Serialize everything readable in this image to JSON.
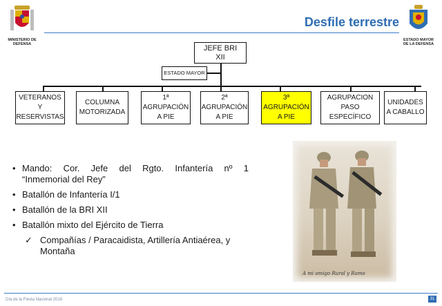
{
  "header": {
    "title": "Desfile terrestre",
    "left_logo_caption": "MINISTERIO DE\nDEFENSA",
    "right_logo_caption": "ESTADO MAYOR\nDE LA DEFENSA"
  },
  "org_chart": {
    "top": "JEFE BRI\nXII",
    "staff": "ESTADO MAYOR",
    "units": [
      "VETERANOS\nY\nRESERVISTAS",
      "COLUMNA\nMOTORIZADA",
      "1ª\nAGRUPACIÓN\nA PIE",
      "2ª\nAGRUPACIÓN\nA PIE",
      "3ª\nAGRUPACIÓN\nA PIE",
      "AGRUPACION\nPASO\nESPECÍFICO",
      "UNIDADES\nA CABALLO"
    ],
    "highlight_color": "#ffff00"
  },
  "bullets": {
    "b1_line1": "Mando: Cor. Jefe del Rgto. Infantería nº 1",
    "b1_line2": "“Inmemorial del Rey”",
    "b2": "Batallón de Infantería I/1",
    "b3": "Batallón de la BRI XII",
    "b4": "Batallón  mixto del Ejército de Tierra",
    "sub1": "Compañías / Paracaidista, Artillería Antiaérea, y Montaña"
  },
  "photo": {
    "signature": "A mi amigo Rural y Ramo"
  },
  "footer": {
    "text": "Día de la Fiesta Nacional 2018",
    "page": "31"
  },
  "colors": {
    "accent": "#2f6db3",
    "rule": "#3d7cc9"
  }
}
